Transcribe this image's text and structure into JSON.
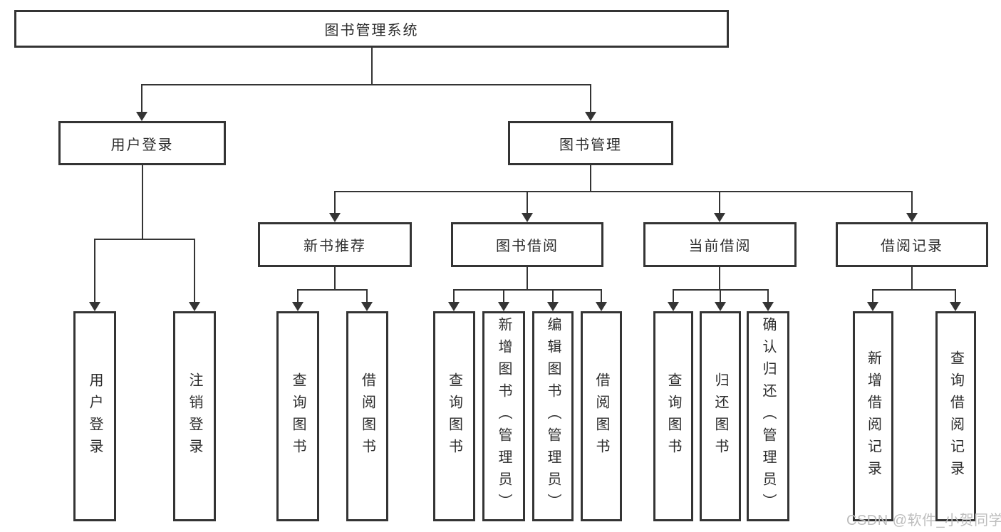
{
  "tree": {
    "root": {
      "label": "图书管理系统"
    },
    "children": [
      {
        "label": "用户登录",
        "children": [
          {
            "label": "用户登录"
          },
          {
            "label": "注销登录"
          }
        ]
      },
      {
        "label": "图书管理",
        "children": [
          {
            "label": "新书推荐",
            "children": [
              {
                "label": "查询图书"
              },
              {
                "label": "借阅图书"
              }
            ]
          },
          {
            "label": "图书借阅",
            "children": [
              {
                "label": "查询图书"
              },
              {
                "label": "新增图书（管理员）"
              },
              {
                "label": "编辑图书（管理员）"
              },
              {
                "label": "借阅图书"
              }
            ]
          },
          {
            "label": "当前借阅",
            "children": [
              {
                "label": "查询图书"
              },
              {
                "label": "归还图书"
              },
              {
                "label": "确认归还（管理员）"
              }
            ]
          },
          {
            "label": "借阅记录",
            "children": [
              {
                "label": "新增借阅记录"
              },
              {
                "label": "查询借阅记录"
              }
            ]
          }
        ]
      }
    ]
  },
  "watermark": {
    "text": "CSDN @软件_小贺同学",
    "color": "#bdbdbd"
  },
  "colors": {
    "line": "#343434",
    "border": "#343434",
    "text": "#2d2d2d",
    "background": "#ffffff"
  }
}
